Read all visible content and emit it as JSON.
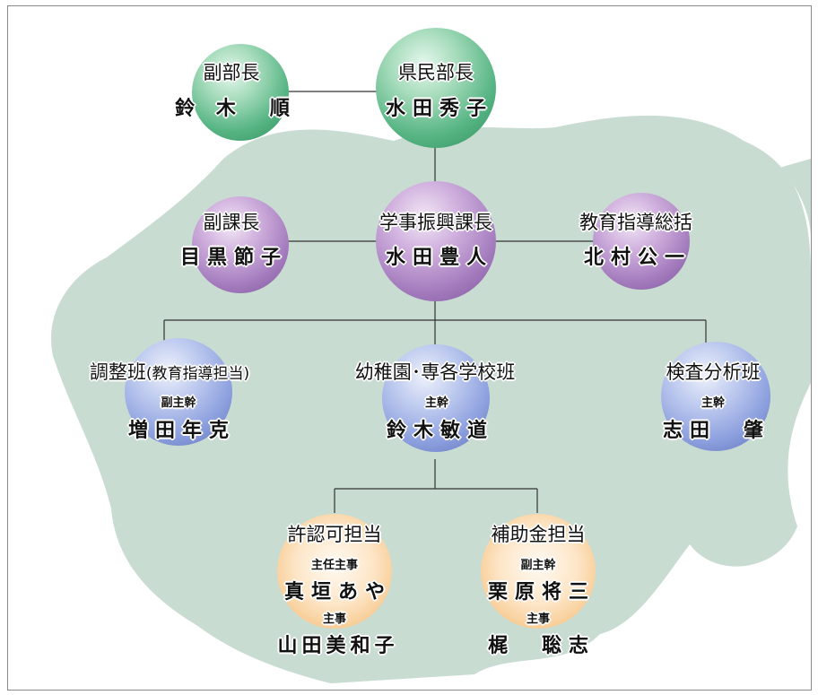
{
  "nodes": {
    "vice_director": {
      "title": "副部長",
      "name": "鈴 木　順"
    },
    "director": {
      "title": "県民部長",
      "name": "水田秀子"
    },
    "vice_section_chief": {
      "title": "副課長",
      "name": "目黒節子"
    },
    "section_chief": {
      "title": "学事振興課長",
      "name": "水田豊人"
    },
    "education_guidance": {
      "title": "教育指導総括",
      "name": "北村公一"
    },
    "coordination_team": {
      "title": "調整班",
      "title_note": "(教育指導担当)",
      "role": "副主幹",
      "name": "増田年克"
    },
    "kindergarten_team": {
      "title": "幼稚園･専各学校班",
      "role": "主幹",
      "name": "鈴木敏道"
    },
    "audit_team": {
      "title": "検査分析班",
      "role": "主幹",
      "name": "志田　肇"
    },
    "approval": {
      "title": "許認可担当",
      "role1": "主任主事",
      "name1": "真垣あや",
      "role2": "主事",
      "name2": "山田美和子"
    },
    "subsidy": {
      "title": "補助金担当",
      "role1": "副主幹",
      "name1": "栗原将三",
      "role2": "主事",
      "name2": "梶　聡志"
    }
  },
  "colors": {
    "green": "#3a9c6a",
    "purple": "#9370b3",
    "blue": "#7a8fd4",
    "orange": "#f5c58a",
    "map": "#c8dbd0",
    "line": "#333333"
  }
}
